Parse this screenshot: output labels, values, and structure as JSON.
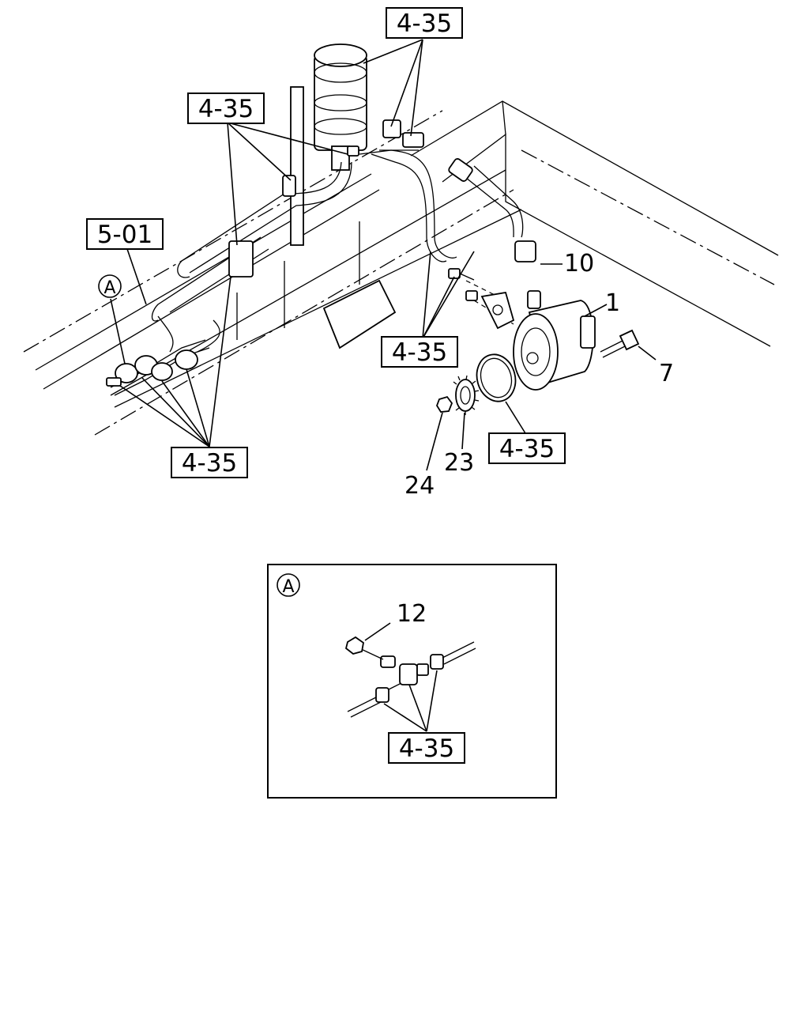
{
  "main_view": {
    "references": {
      "top": "4-35",
      "left_upper": "4-35",
      "frame": "5-01",
      "bottom_center": "4-35",
      "bottom_left": "4-35",
      "oring": "4-35"
    },
    "callouts": {
      "pump": "1",
      "bolt": "7",
      "fitting": "10",
      "gear": "23",
      "nut": "24"
    },
    "detail_marker": "A"
  },
  "detail_view": {
    "marker": "A",
    "callout_nut": "12",
    "reference": "4-35"
  }
}
